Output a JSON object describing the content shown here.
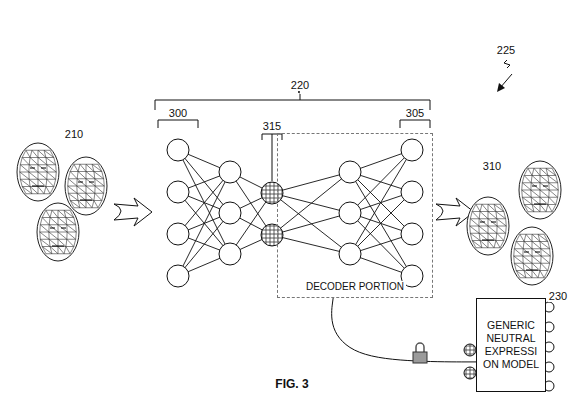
{
  "diagram": {
    "caption": "FIG. 3",
    "nodes": [
      {
        "text": [
          "DECODER PORTION"
        ]
      },
      {
        "text": [
          "GENERIC NEUTRAL EXPRESSI ON MODEL"
        ]
      }
    ],
    "edges": [
      {
        "from": 0,
        "to": 1,
        "arrow": "none"
      }
    ],
    "labels": [
      "220",
      "225",
      "300",
      "305",
      "315",
      "210",
      "310",
      "230"
    ]
  }
}
